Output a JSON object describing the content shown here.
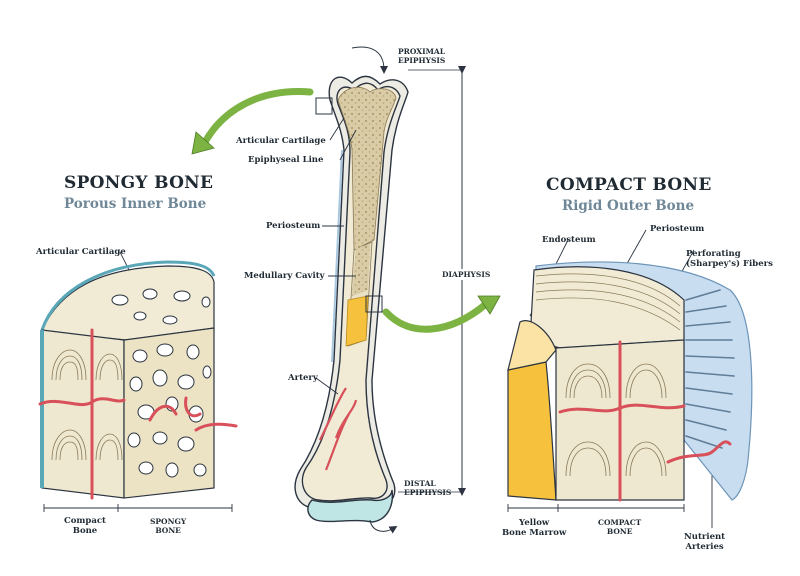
{
  "titles": {
    "spongy_title": "SPONGY BONE",
    "spongy_subtitle": "Porous Inner Bone",
    "compact_title": "COMPACT BONE",
    "compact_subtitle": "Rigid Outer Bone"
  },
  "long_bone_labels": {
    "proximal_epiphysis": [
      "PROXIMAL",
      "EPIPHYSIS"
    ],
    "articular_cartilage": "Articular Cartilage",
    "epiphyseal_line": "Epiphyseal Line",
    "periosteum": "Periosteum",
    "medullary_cavity": "Medullary Cavity",
    "artery": "Artery",
    "diaphysis": "DIAPHYSIS",
    "distal_epiphysis": [
      "DISTAL",
      "EPIPHYSIS"
    ]
  },
  "spongy_labels": {
    "articular_cartilage": "Articular Cartilage",
    "compact_bone": [
      "Compact",
      "Bone"
    ],
    "spongy_bone": [
      "SPONGY",
      "BONE"
    ]
  },
  "compact_labels": {
    "endosteum": "Endosteum",
    "periosteum": "Periosteum",
    "perforating_fibers": [
      "Perforating",
      "(Sharpey's) Fibers"
    ],
    "yellow_bone_marrow": [
      "Yellow",
      "Bone Marrow"
    ],
    "compact_bone": [
      "COMPACT",
      "BONE"
    ],
    "nutrient_arteries": [
      "Nutrient",
      "Arteries"
    ]
  },
  "colors": {
    "bone": "#efe8d0",
    "spongy": "#d6c8a4",
    "cartilage": "#bfe6e4",
    "periosteum": "#a8c8e0",
    "marrow": "#f6c23e",
    "artery": "#d8505a",
    "arrow": "#7cb342"
  }
}
